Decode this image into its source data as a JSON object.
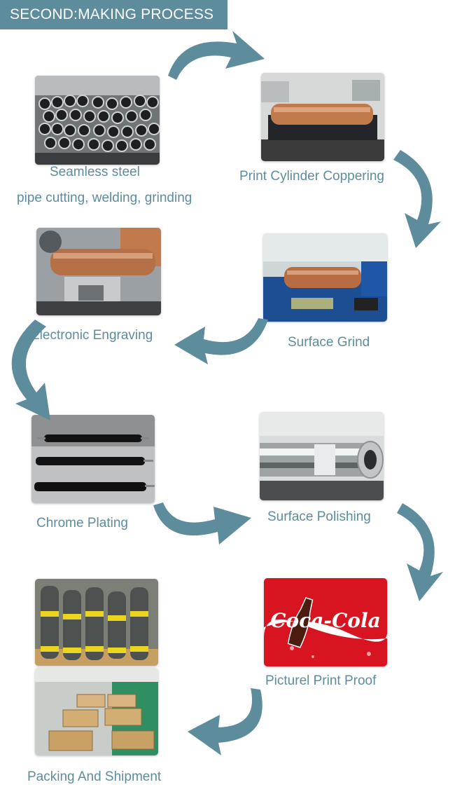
{
  "header": {
    "title": "SECOND:MAKING PROCESS"
  },
  "steps": [
    {
      "caption": "Seamless steel",
      "caption2": "pipe cutting, welding, grinding"
    },
    {
      "caption": "Print Cylinder Coppering"
    },
    {
      "caption": "Electronic Engraving"
    },
    {
      "caption": "Surface Grind"
    },
    {
      "caption": "Chrome Plating"
    },
    {
      "caption": "Surface Polishing"
    },
    {
      "caption": "Picturel Print Proof",
      "logo_text": "Coca-Cola"
    },
    {
      "caption": "Packing And Shipment"
    }
  ],
  "colors": {
    "accent": "#5d8c9c",
    "arrow": "#5d8c9c",
    "text": "#5d8c9c"
  }
}
